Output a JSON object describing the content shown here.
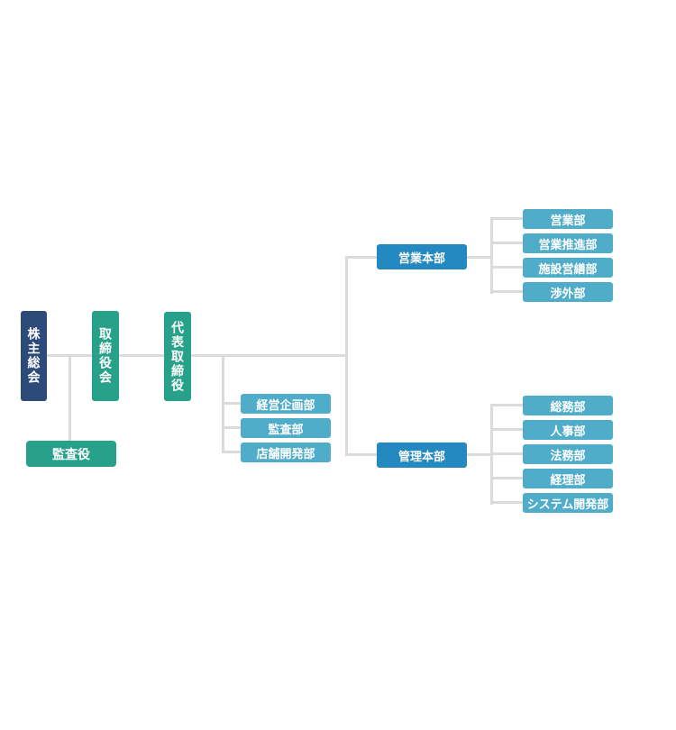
{
  "org_chart": {
    "background_color": "#ffffff",
    "line_color": "#dbdbdb",
    "text_color": "#ffffff",
    "governance": {
      "shareholders": {
        "label": "株主総会",
        "color": "#2c4b78"
      },
      "board": {
        "label": "取締役会",
        "color": "#27a189"
      },
      "ceo": {
        "label": "代表取締役",
        "color": "#27a189"
      },
      "auditor": {
        "label": "監査役",
        "color": "#27a189"
      }
    },
    "direct_departments": [
      {
        "label": "経営企画部"
      },
      {
        "label": "監査部"
      },
      {
        "label": "店舗開発部"
      }
    ],
    "divisions": [
      {
        "label": "営業本部",
        "color": "#2389c0",
        "departments": [
          {
            "label": "営業部"
          },
          {
            "label": "営業推進部"
          },
          {
            "label": "施設営繕部"
          },
          {
            "label": "渉外部"
          }
        ]
      },
      {
        "label": "管理本部",
        "color": "#2389c0",
        "departments": [
          {
            "label": "総務部"
          },
          {
            "label": "人事部"
          },
          {
            "label": "法務部"
          },
          {
            "label": "経理部"
          },
          {
            "label": "システム開発部"
          }
        ]
      }
    ],
    "department_color": "#4fadca"
  }
}
